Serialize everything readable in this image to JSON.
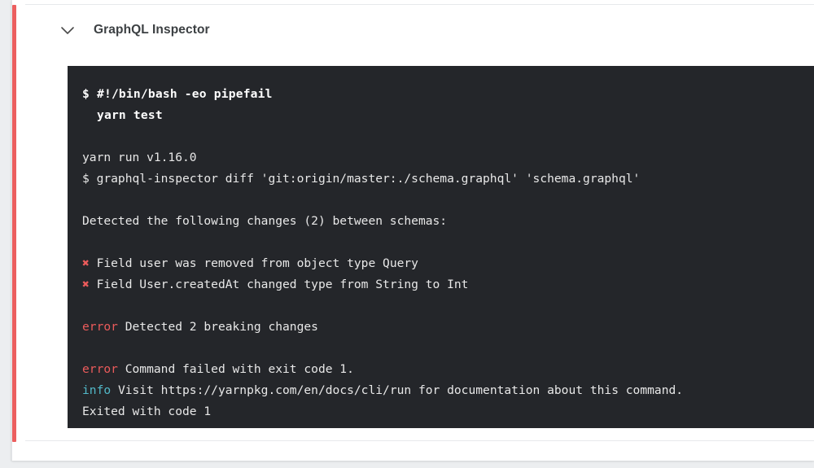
{
  "step": {
    "title": "GraphQL Inspector",
    "collapse_icon": "chevron-down-icon",
    "accent_color": "#ec5f5f",
    "status": "failed"
  },
  "terminal": {
    "background_color": "#24262a",
    "text_color": "#e8e8e8",
    "error_color": "#eb5b5b",
    "info_color": "#52b9c9",
    "lines": [
      {
        "kind": "cmd",
        "text": "$ #!/bin/bash -eo pipefail"
      },
      {
        "kind": "cmd",
        "text": "  yarn test"
      },
      {
        "kind": "blank",
        "text": ""
      },
      {
        "kind": "plain",
        "text": "yarn run v1.16.0"
      },
      {
        "kind": "plain",
        "text": "$ graphql-inspector diff 'git:origin/master:./schema.graphql' 'schema.graphql'"
      },
      {
        "kind": "blank",
        "text": ""
      },
      {
        "kind": "plain",
        "text": "Detected the following changes (2) between schemas:"
      },
      {
        "kind": "blank",
        "text": ""
      },
      {
        "kind": "cross",
        "marker": "✖",
        "text": " Field user was removed from object type Query"
      },
      {
        "kind": "cross",
        "marker": "✖",
        "text": " Field User.createdAt changed type from String to Int"
      },
      {
        "kind": "blank",
        "text": ""
      },
      {
        "kind": "tagged",
        "tag": "error",
        "tag_kind": "error",
        "text": " Detected 2 breaking changes"
      },
      {
        "kind": "blank",
        "text": ""
      },
      {
        "kind": "tagged",
        "tag": "error",
        "tag_kind": "error",
        "text": " Command failed with exit code 1."
      },
      {
        "kind": "tagged",
        "tag": "info",
        "tag_kind": "info",
        "text": " Visit https://yarnpkg.com/en/docs/cli/run for documentation about this command."
      },
      {
        "kind": "plain",
        "text": "Exited with code 1"
      }
    ]
  }
}
